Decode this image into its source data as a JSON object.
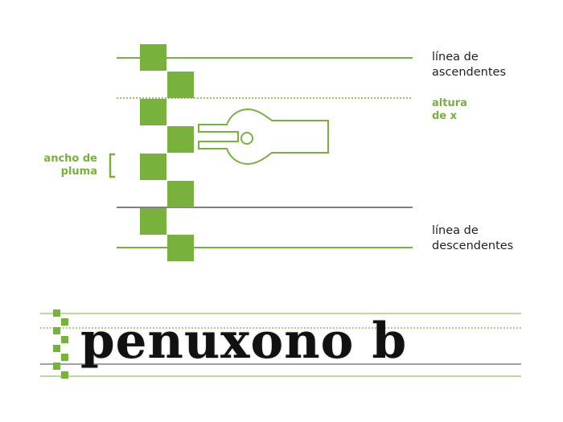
{
  "labels": {
    "ascender": [
      "línea de",
      "ascendentes"
    ],
    "x_height": [
      "altura",
      "de x"
    ],
    "pen_width": [
      "ancho de",
      "pluma"
    ],
    "descender": [
      "línea de",
      "descendentes"
    ]
  },
  "sample_text": "penuxono b",
  "colors": {
    "accent": "#78b13c",
    "baseline": "#333333",
    "text": "#222222"
  },
  "icons": {
    "nib": "pen-nib-icon",
    "bracket": "bracket-icon"
  }
}
